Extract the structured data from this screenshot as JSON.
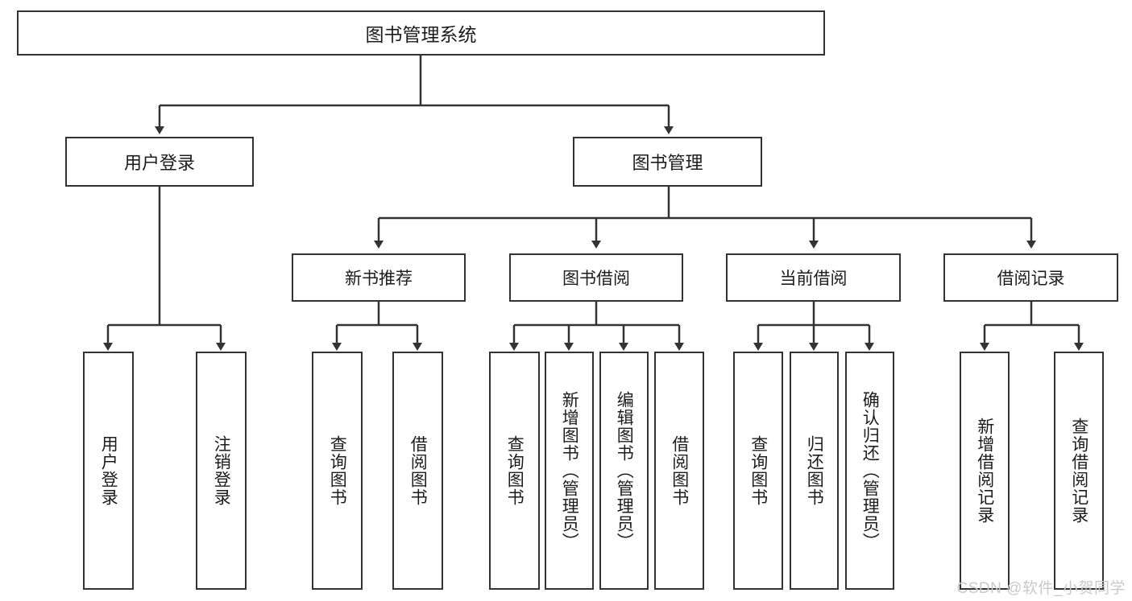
{
  "diagram": {
    "title": "图书管理系统",
    "type": "tree-hierarchy-diagram",
    "style": {
      "box_border_color": "#333333",
      "box_fill_color": "#ffffff",
      "line_color": "#333333",
      "text_color": "#1c1c1c",
      "background_color": "#ffffff"
    },
    "root": {
      "label": "图书管理系统"
    },
    "level1": [
      {
        "label": "用户登录"
      },
      {
        "label": "图书管理"
      }
    ],
    "level2": [
      {
        "label": "新书推荐"
      },
      {
        "label": "图书借阅"
      },
      {
        "label": "当前借阅"
      },
      {
        "label": "借阅记录"
      }
    ],
    "leaves": {
      "user_login": [
        {
          "label": "用户登录"
        },
        {
          "label": "注销登录"
        }
      ],
      "new_book_recommend": [
        {
          "label": "查询图书"
        },
        {
          "label": "借阅图书"
        }
      ],
      "book_borrow": [
        {
          "label": "查询图书"
        },
        {
          "label": "新增图书（管理员）"
        },
        {
          "label": "编辑图书（管理员）"
        },
        {
          "label": "借阅图书"
        }
      ],
      "current_borrow": [
        {
          "label": "查询图书"
        },
        {
          "label": "归还图书"
        },
        {
          "label": "确认归还（管理员）"
        }
      ],
      "borrow_records": [
        {
          "label": "新增借阅记录"
        },
        {
          "label": "查询借阅记录"
        }
      ]
    }
  },
  "watermark": {
    "text": "CSDN @软件_小贺同学"
  }
}
